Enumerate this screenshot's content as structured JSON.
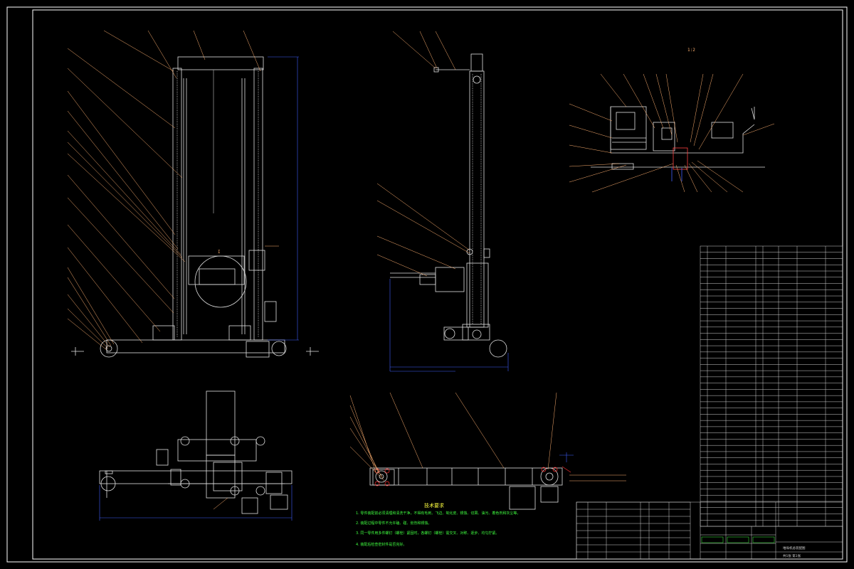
{
  "drawing": {
    "tech_requirements": {
      "title": "技术要求",
      "lines": [
        "1. 零件装配前必须清理和清洗干净，不得有毛刺、飞边、氧化皮、锈蚀、切屑、油污、着色剂和灰尘等。",
        "2. 装配过程中零件不允许磕、碰、划伤和锈蚀。",
        "3. 同一零件用多件螺钉（螺栓）紧固时，各螺钉（螺栓）需交叉、对称、逐步、均匀拧紧。",
        "4. 装配后检查密封件是否完好。"
      ]
    },
    "section_mark": "I",
    "scale_mark": "1:2",
    "title_block": {
      "drawing_name": "堆垛机总装配图",
      "sheet": "共1张 第1张"
    }
  }
}
